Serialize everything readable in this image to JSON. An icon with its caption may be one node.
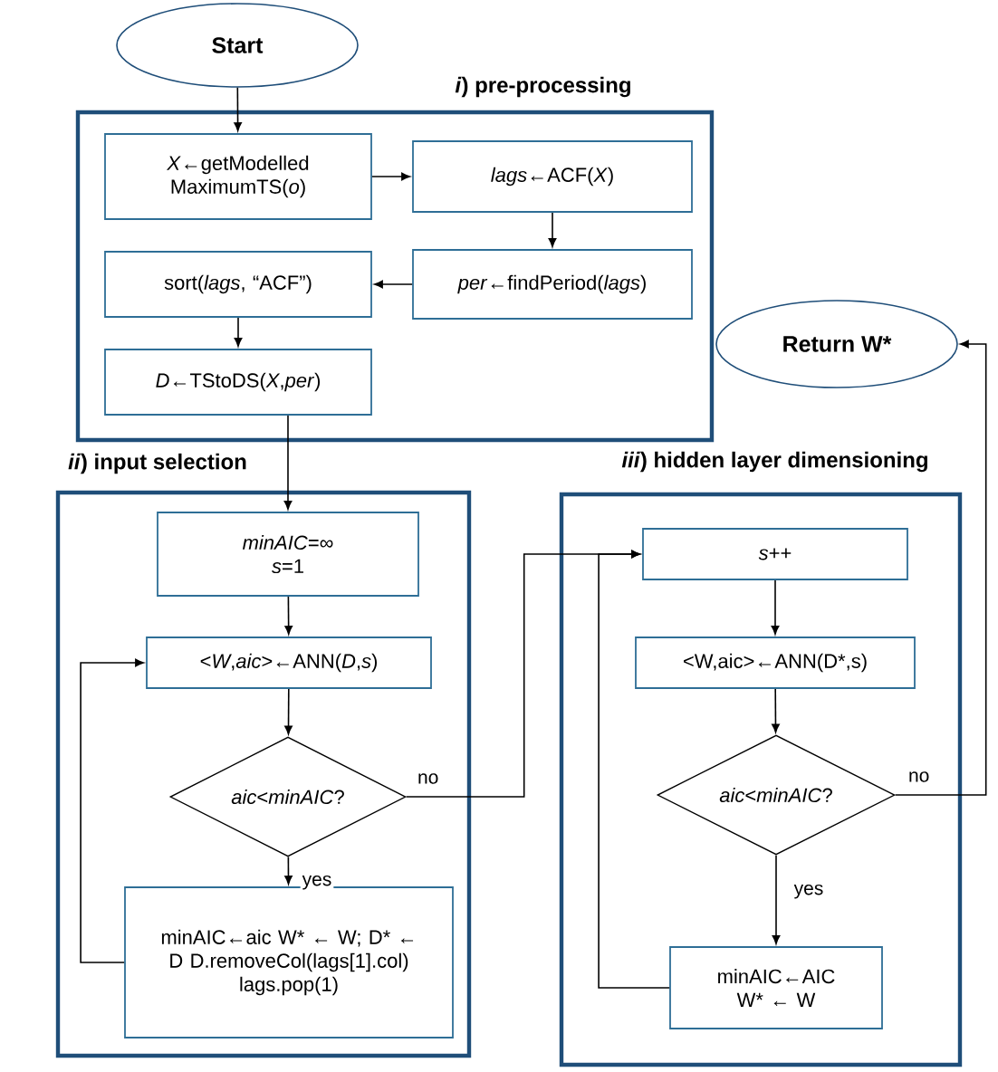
{
  "diagram": {
    "nodes": [
      {
        "text": [
          "Start"
        ]
      },
      {
        "text": [
          "*i*) pre-processing"
        ]
      },
      {
        "text": [
          "*X*←getModelled MaximumTS(*o*)"
        ],
        "in": 1
      },
      {
        "text": [
          "*lags*←ACF(*X*)"
        ],
        "in": 1
      },
      {
        "text": [
          "*per*←findPeriod(*lags*)"
        ],
        "in": 1
      },
      {
        "text": [
          "sort(*lags*, “ACF”)"
        ],
        "in": 1
      },
      {
        "text": [
          "*D*←TStoDS(*X*,*per*)"
        ],
        "in": 1
      },
      {
        "text": [
          "*ii*) input selection"
        ]
      },
      {
        "text": [
          "*minAIC*=∞ *s*=1"
        ],
        "in": 7
      },
      {
        "text": [
          "<*W*,*aic*>←ANN(*D*,*s*)"
        ],
        "in": 7
      },
      {
        "text": [
          "*aic*<*minAIC*?"
        ],
        "in": 7
      },
      {
        "text": [
          "minAIC←aic W* ← W; D* ← D D.removeCol(lags[1].col) lags.pop(1)"
        ],
        "in": 7
      },
      {
        "text": [
          "Return W*"
        ]
      },
      {
        "text": [
          "*iii*) hidden layer dimensioning"
        ]
      },
      {
        "text": [
          "*s*++"
        ],
        "in": 13
      },
      {
        "text": [
          "<W,aic>←ANN(D*,s)"
        ],
        "in": 13
      },
      {
        "text": [
          "*aic*<*minAIC*?"
        ],
        "in": 13
      },
      {
        "text": [
          "minAIC←AIC W* ← W"
        ],
        "in": 13
      }
    ],
    "edges": [
      {
        "from": 0,
        "to": 2,
        "arrow": "to"
      },
      {
        "from": 2,
        "to": 3,
        "arrow": "to"
      },
      {
        "from": 3,
        "to": 4,
        "arrow": "to"
      },
      {
        "from": 4,
        "to": 5,
        "arrow": "to"
      },
      {
        "from": 5,
        "to": 6,
        "arrow": "to"
      },
      {
        "from": 6,
        "to": 8,
        "arrow": "to"
      },
      {
        "from": 8,
        "to": 9,
        "arrow": "to"
      },
      {
        "from": 9,
        "to": 10,
        "arrow": "to"
      },
      {
        "from": 10,
        "to": 11,
        "arrow": "to",
        "label": "yes"
      },
      {
        "from": 11,
        "to": 9,
        "arrow": "to"
      },
      {
        "from": 10,
        "to": 14,
        "arrow": "to",
        "label": "no"
      },
      {
        "from": 14,
        "to": 15,
        "arrow": "to"
      },
      {
        "from": 15,
        "to": 16,
        "arrow": "to"
      },
      {
        "from": 16,
        "to": 17,
        "arrow": "to",
        "label": "yes"
      },
      {
        "from": 17,
        "to": 14,
        "arrow": "to"
      },
      {
        "from": 16,
        "to": 12,
        "arrow": "to",
        "label": "no"
      }
    ]
  }
}
